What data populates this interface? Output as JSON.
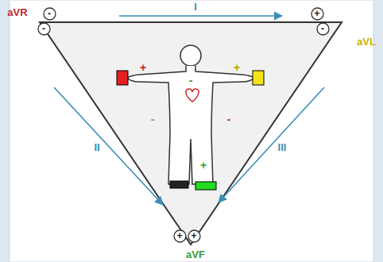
{
  "diagram": {
    "nodes": [
      {
        "text": [
          "-"
        ]
      },
      {
        "text": [
          "+"
        ]
      },
      {
        "text": [
          "-"
        ]
      },
      {
        "text": [
          "-"
        ]
      },
      {
        "text": [
          "+"
        ]
      },
      {
        "text": [
          "+"
        ]
      }
    ],
    "labels": [
      "aVR",
      "I",
      "aVL",
      "+",
      "-",
      "+",
      "-",
      "-",
      "II",
      "III",
      "+",
      "aVF"
    ]
  }
}
